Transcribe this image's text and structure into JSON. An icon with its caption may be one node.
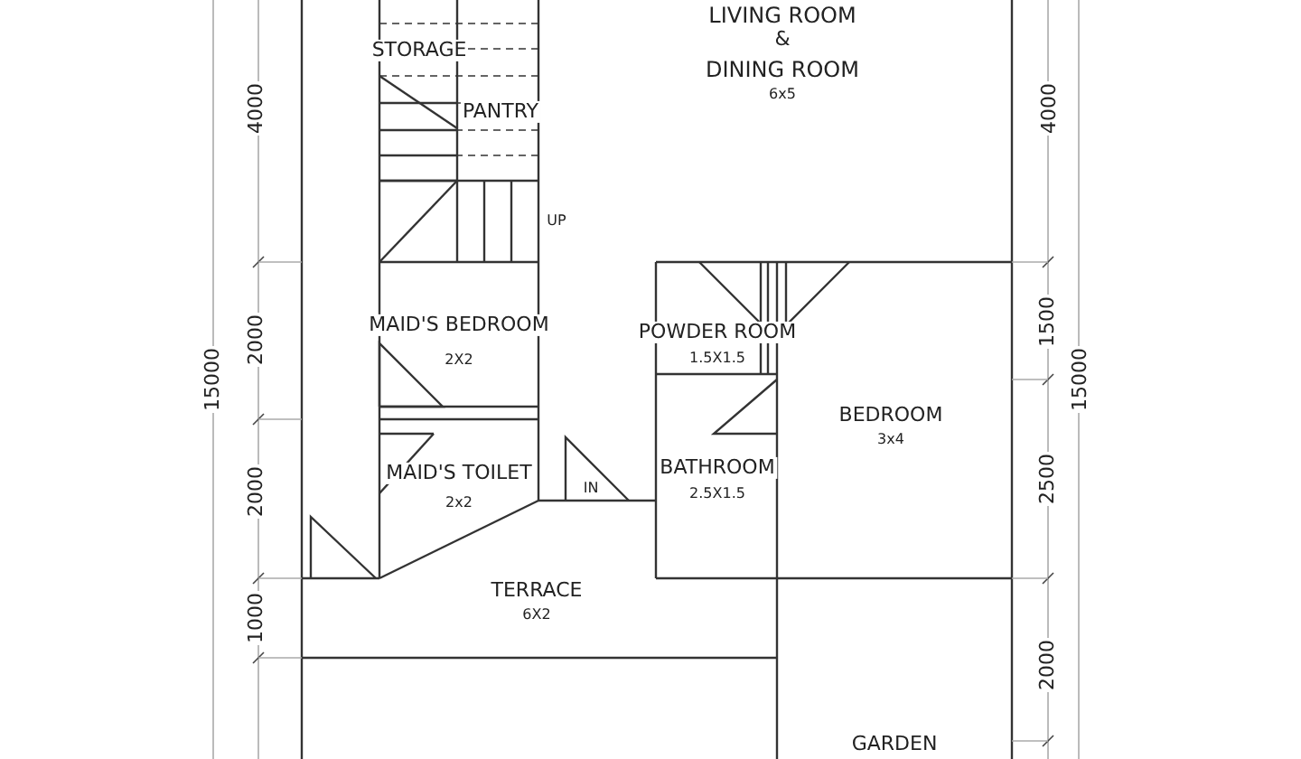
{
  "diagram": {
    "labels": [
      "STORAGE",
      "LIVING ROOM",
      "&",
      "DINING ROOM",
      "6x5",
      "PANTRY",
      "UP",
      "4000",
      "4000",
      "MAID'S BEDROOM",
      "2X2",
      "POWDER ROOM",
      "1.5X1.5",
      "1500",
      "15000",
      "15000",
      "2000",
      "BEDROOM",
      "3x4",
      "MAID'S TOILET",
      "2x2",
      "IN",
      "BATHROOM",
      "2.5X1.5",
      "2500",
      "2000",
      "TERRACE",
      "6X2",
      "1000",
      "2000",
      "GARDEN"
    ]
  }
}
